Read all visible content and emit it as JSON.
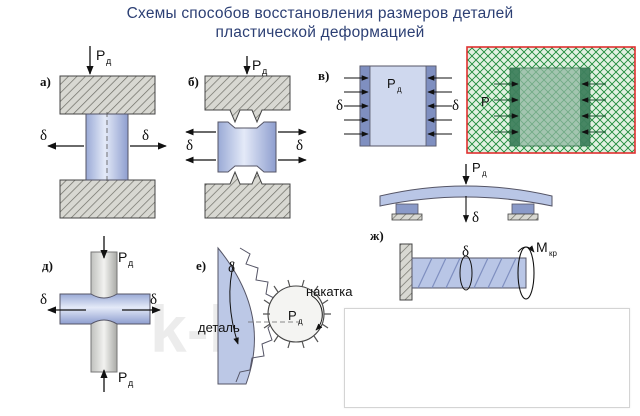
{
  "title": {
    "line1": "Схемы способов восстановления размеров деталей",
    "line2": "пластической деформацией"
  },
  "labels": {
    "a": "а)",
    "b": "б)",
    "v": "в)",
    "d": "д)",
    "e": "е)",
    "zh": "ж)",
    "force": "P",
    "force_sub": "д",
    "delta": "δ",
    "torque": "M",
    "torque_sub": "кр",
    "roller": "накатка",
    "part": "деталь"
  },
  "watermark": "k-b",
  "colors": {
    "title": "#2c3f74",
    "part_fill": "#b9c6e6",
    "hatch_green": "#1d8a3a",
    "selection_border": "#e03030"
  }
}
